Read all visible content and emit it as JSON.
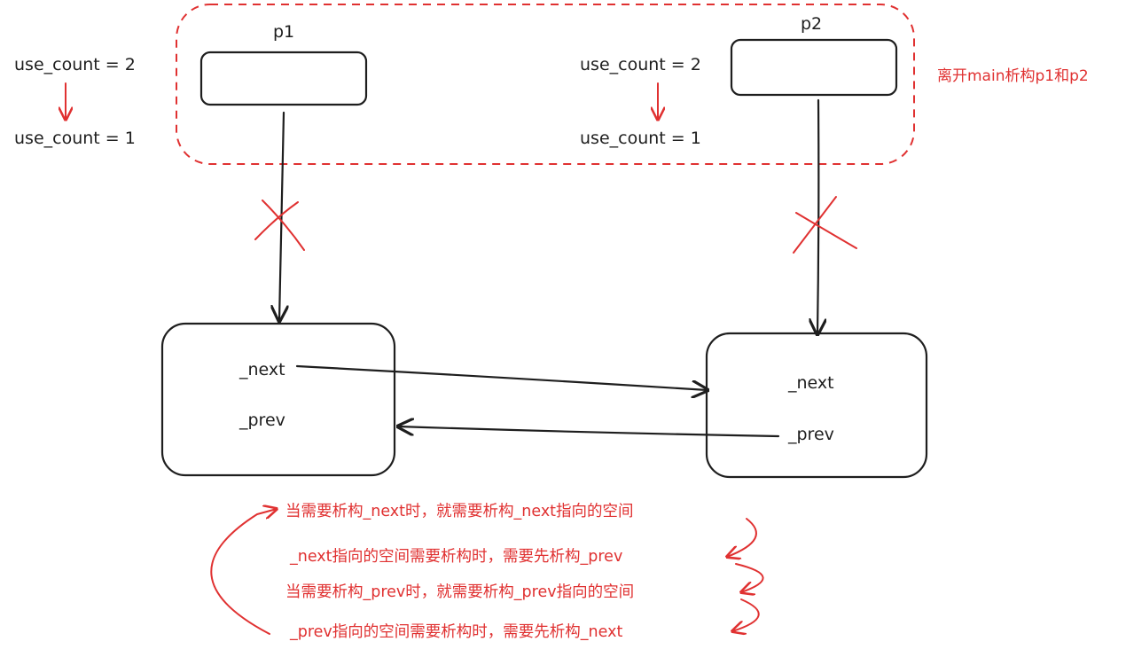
{
  "main_scope": {
    "note": "离开main析构p1和p2"
  },
  "pointers": {
    "p1": {
      "label": "p1",
      "count_before": "use_count = 2",
      "count_after": "use_count = 1"
    },
    "p2": {
      "label": "p2",
      "count_before": "use_count = 2",
      "count_after": "use_count = 1"
    }
  },
  "nodes": {
    "left": {
      "next_field": "_next",
      "prev_field": "_prev"
    },
    "right": {
      "next_field": "_next",
      "prev_field": "_prev"
    }
  },
  "cycle_explanation": [
    "当需要析构_next时，就需要析构_next指向的空间",
    "_next指向的空间需要析构时，需要先析构_prev",
    "当需要析构_prev时，就需要析构_prev指向的空间",
    "_prev指向的空间需要析构时，需要先析构_next"
  ],
  "colors": {
    "ink": "#1e1e1e",
    "annotation": "#e03131"
  }
}
